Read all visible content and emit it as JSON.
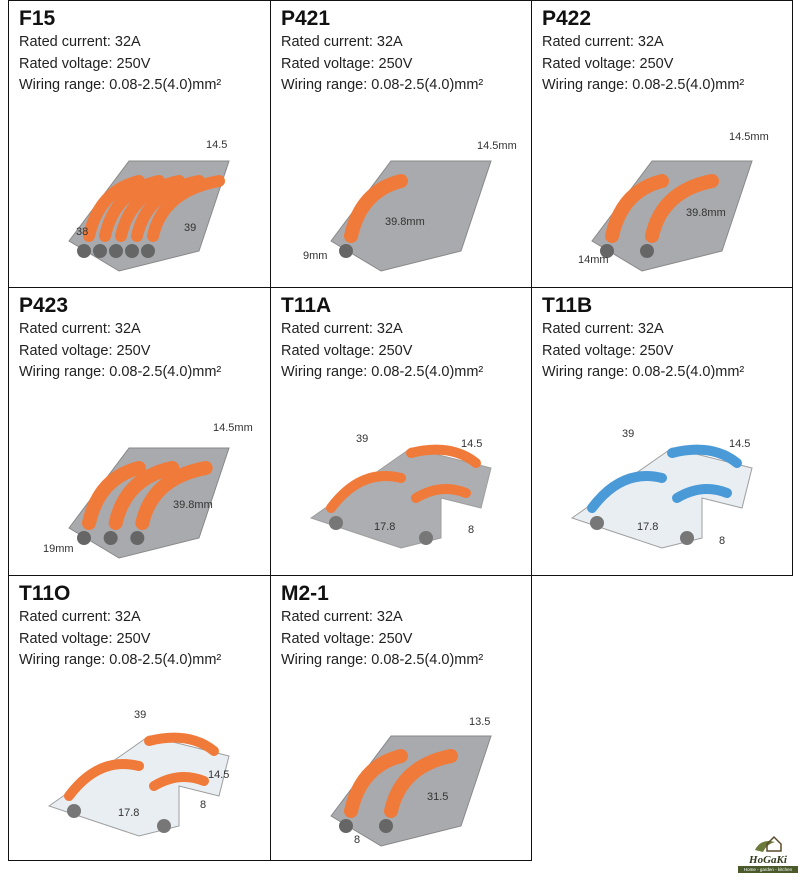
{
  "products": [
    {
      "model": "F15",
      "current": "Rated current: 32A",
      "voltage": "Rated voltage: 250V",
      "wiring": "Wiring range: 0.08-2.5(4.0)mm²",
      "dims": [
        "14.5",
        "38",
        "39"
      ],
      "lever_color": "#f07a3a",
      "levers": 5
    },
    {
      "model": "P421",
      "current": "Rated current: 32A",
      "voltage": "Rated voltage: 250V",
      "wiring": "Wiring range: 0.08-2.5(4.0)mm²",
      "dims": [
        "14.5mm",
        "39.8mm",
        "9mm"
      ],
      "lever_color": "#f07a3a",
      "levers": 1
    },
    {
      "model": "P422",
      "current": "Rated current: 32A",
      "voltage": "Rated voltage: 250V",
      "wiring": "Wiring range: 0.08-2.5(4.0)mm²",
      "dims": [
        "14.5mm",
        "39.8mm",
        "14mm"
      ],
      "lever_color": "#f07a3a",
      "levers": 2
    },
    {
      "model": "P423",
      "current": "Rated current: 32A",
      "voltage": "Rated voltage: 250V",
      "wiring": "Wiring range: 0.08-2.5(4.0)mm²",
      "dims": [
        "14.5mm",
        "39.8mm",
        "19mm"
      ],
      "lever_color": "#f07a3a",
      "levers": 3
    },
    {
      "model": "T11A",
      "current": "Rated current: 32A",
      "voltage": "Rated voltage: 250V",
      "wiring": "Wiring range: 0.08-2.5(4.0)mm²",
      "dims": [
        "39",
        "14.5",
        "17.8",
        "8"
      ],
      "lever_color": "#f07a3a",
      "levers": 3
    },
    {
      "model": "T11B",
      "current": "Rated current: 32A",
      "voltage": "Rated voltage: 250V",
      "wiring": "Wiring range: 0.08-2.5(4.0)mm²",
      "dims": [
        "39",
        "14.5",
        "17.8",
        "8"
      ],
      "lever_color": "#4a9ad8",
      "levers": 3
    },
    {
      "model": "T11O",
      "current": "Rated current: 32A",
      "voltage": "Rated voltage: 250V",
      "wiring": "Wiring range: 0.08-2.5(4.0)mm²",
      "dims": [
        "39",
        "14.5",
        "8",
        "17.8"
      ],
      "lever_color": "#f07a3a",
      "levers": 3
    },
    {
      "model": "M2-1",
      "current": "Rated current: 32A",
      "voltage": "Rated voltage: 250V",
      "wiring": "Wiring range: 0.08-2.5(4.0)mm²",
      "dims": [
        "13.5",
        "31.5",
        "8"
      ],
      "lever_color": "#f07a3a",
      "levers": 2
    }
  ],
  "logo": {
    "brand": "HoGaKi",
    "tagline": "Home - garden - kitchen"
  }
}
